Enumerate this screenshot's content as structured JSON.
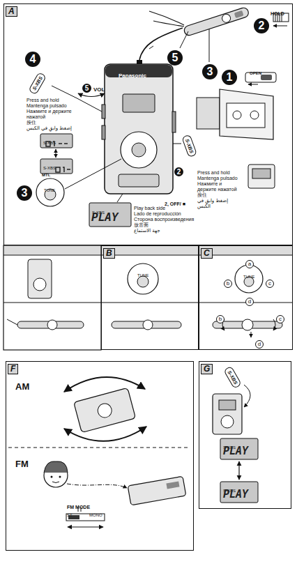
{
  "diagram": {
    "nodes": [
      {
        "text": [
          "A"
        ]
      },
      {
        "text": [
          "B"
        ]
      },
      {
        "text": [
          "C"
        ]
      },
      {
        "text": [
          "F"
        ]
      },
      {
        "text": [
          "G"
        ]
      }
    ],
    "labels": [
      "HOLD",
      "2",
      "5",
      "3",
      "4",
      "S-XBS",
      "Press and hold",
      "Mantenga pulsado",
      "Нажмите и держите нажатой",
      "按住",
      "إضغط وابقِ في الكبس",
      "S-XBS",
      "S-XBS",
      "MTL",
      "5",
      "VOL",
      "Panasonic",
      "1",
      "OPEN",
      "2",
      "S-XBS",
      "Press and hold",
      "Mantenga pulsado",
      "Нажмите и держите нажатой",
      "按住",
      "إضغط وابقِ في الكبس",
      "2, OFF/ ■",
      "3",
      "TUNE",
      "S-XBS",
      "PLAY",
      "Play back side",
      "Lado de reproducción",
      "Сторона воспроизведения",
      "放音面",
      "جهة الاستماع",
      "TUNE",
      "TUNE",
      "a",
      "b",
      "c",
      "d",
      "b",
      "c",
      "d",
      "AM",
      "FM",
      "FM MODE",
      "ST",
      "MONO",
      "S-XBS",
      "S-XBS",
      "PLAY",
      "S-XBS",
      "PLAY"
    ]
  }
}
